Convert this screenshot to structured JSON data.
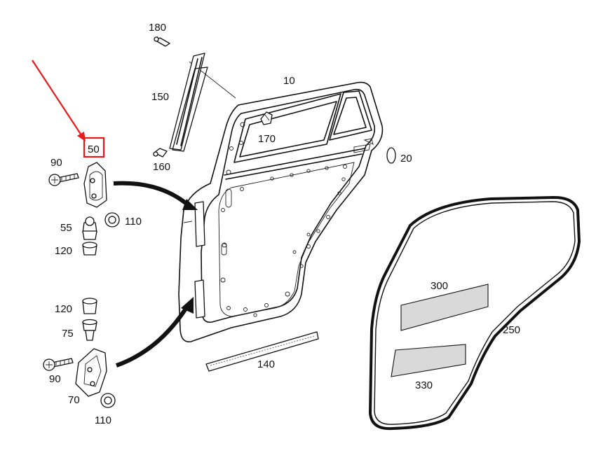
{
  "diagram": {
    "callouts": {
      "c180": "180",
      "c10": "10",
      "c150": "150",
      "c170": "170",
      "c20": "20",
      "c160": "160",
      "c50": "50",
      "c90a": "90",
      "c110a": "110",
      "c55": "55",
      "c120a": "120",
      "c300": "300",
      "c250": "250",
      "c120b": "120",
      "c75": "75",
      "c140": "140",
      "c90b": "90",
      "c330": "330",
      "c70": "70",
      "c110b": "110"
    },
    "highlight_color": "#e8191a",
    "line_color": "#111111",
    "pad_color": "#d9d9d9"
  }
}
